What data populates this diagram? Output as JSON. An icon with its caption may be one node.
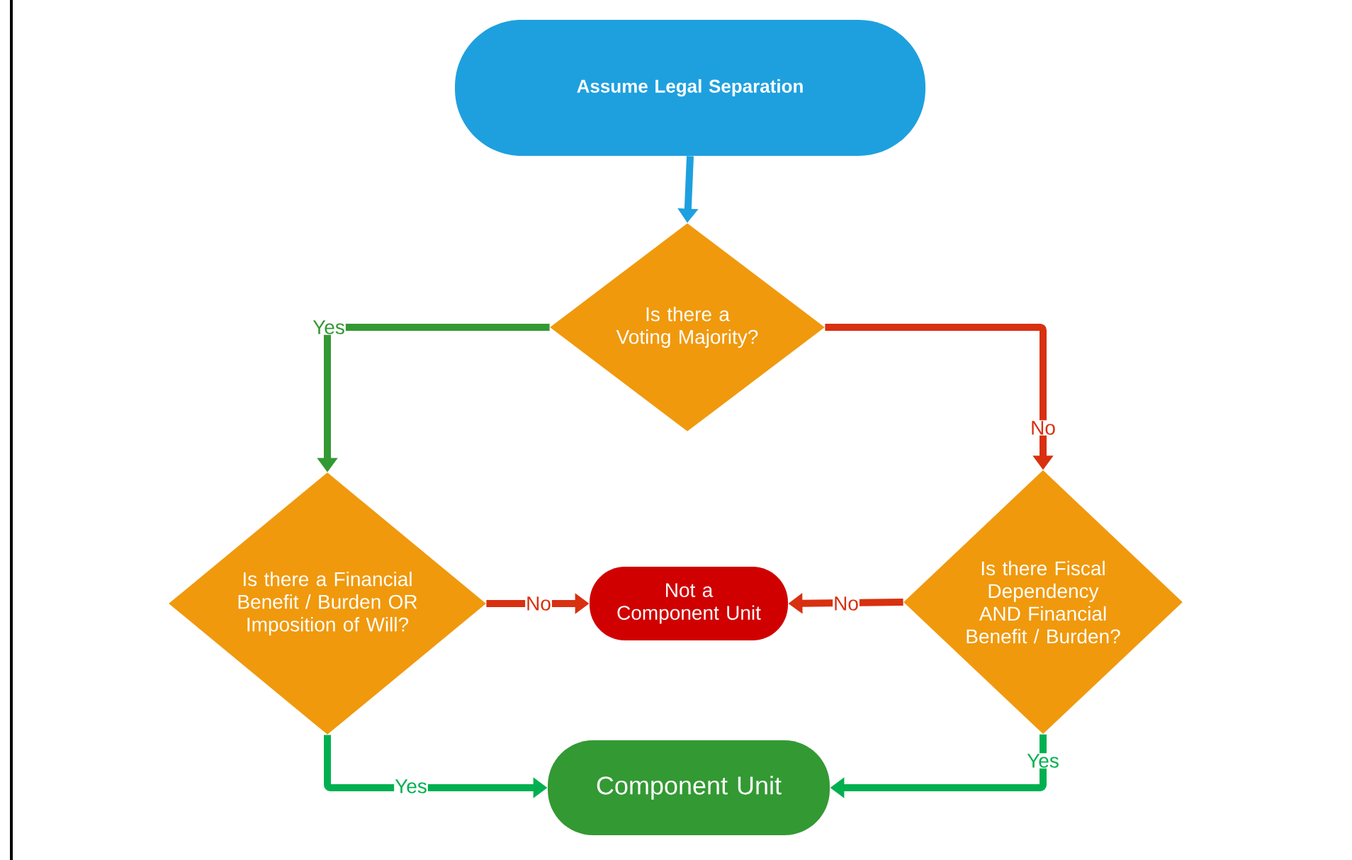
{
  "diagram": {
    "nodes": [
      {
        "text": [
          "Assume Legal Separation"
        ]
      },
      {
        "text": [
          "Is there a Voting Majority?"
        ]
      },
      {
        "text": [
          "Is there a Financial Benefit / Burden OR Imposition of Will?"
        ]
      },
      {
        "text": [
          "Not a Component Unit"
        ]
      },
      {
        "text": [
          "Is there Fiscal Dependency AND Financial Benefit / Burden?"
        ]
      },
      {
        "text": [
          "Component Unit"
        ]
      }
    ],
    "edges": [
      {
        "from": 0,
        "to": 1,
        "arrow": "to",
        "color": "#1ea0df"
      },
      {
        "from": 1,
        "to": 2,
        "arrow": "to",
        "label": "Yes",
        "color": "#339933"
      },
      {
        "from": 1,
        "to": 4,
        "arrow": "to",
        "label": "No",
        "color": "#d83010"
      },
      {
        "from": 2,
        "to": 3,
        "arrow": "to",
        "label": "No",
        "color": "#d83010"
      },
      {
        "from": 4,
        "to": 3,
        "arrow": "to",
        "label": "No",
        "color": "#d83010"
      },
      {
        "from": 2,
        "to": 5,
        "arrow": "to",
        "label": "Yes",
        "color": "#00b050"
      },
      {
        "from": 4,
        "to": 5,
        "arrow": "to",
        "label": "Yes",
        "color": "#00b050"
      }
    ]
  }
}
